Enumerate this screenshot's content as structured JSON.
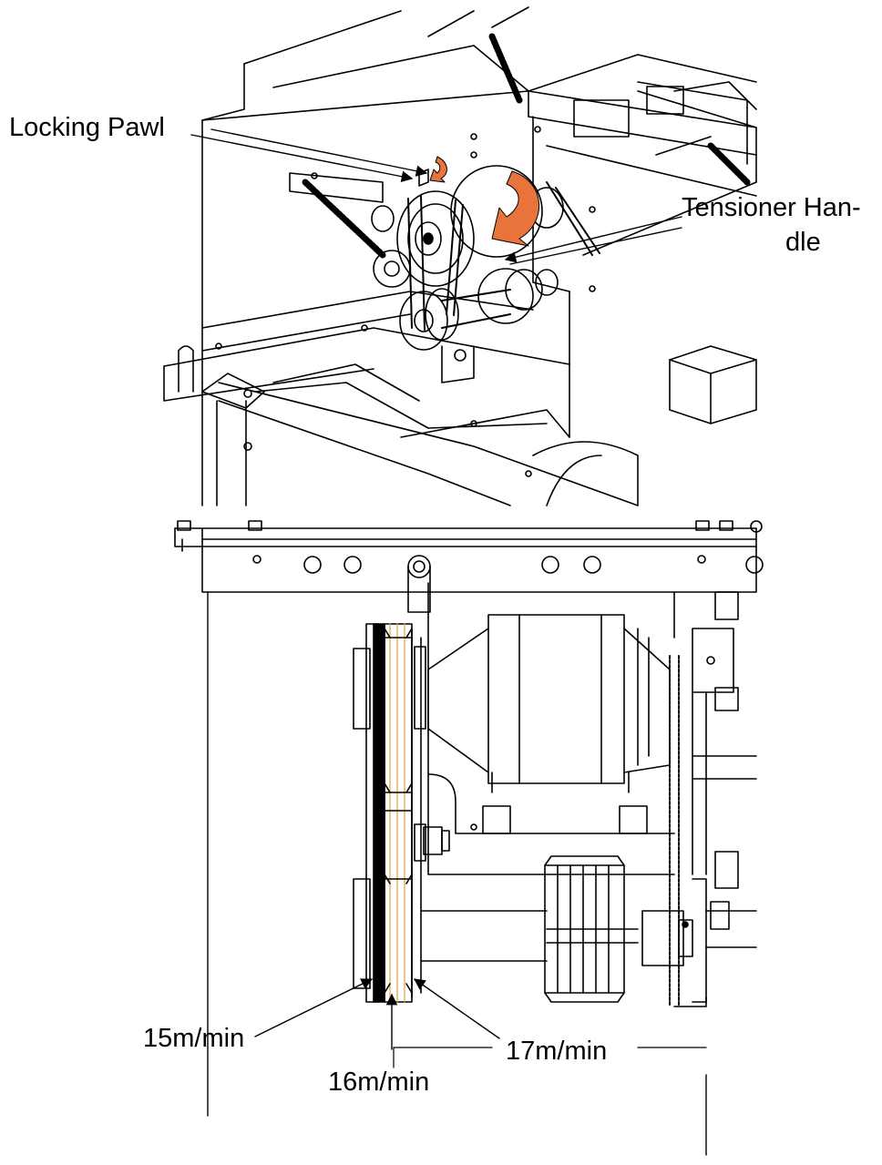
{
  "labels": {
    "locking_pawl": "Locking Pawl",
    "tensioner_line1": "Tensioner Han-",
    "tensioner_line2": "dle",
    "speed_15": "15m/min",
    "speed_16": "16m/min",
    "speed_17": "17m/min"
  },
  "colors": {
    "line": "#000000",
    "arrow_accent": "#e8743b",
    "belt_accent": "#e8a34a",
    "background": "#ffffff"
  },
  "icons": {
    "rotation_arrow_large": "curved-arrow-icon",
    "rotation_arrow_small": "curved-arrow-icon"
  }
}
